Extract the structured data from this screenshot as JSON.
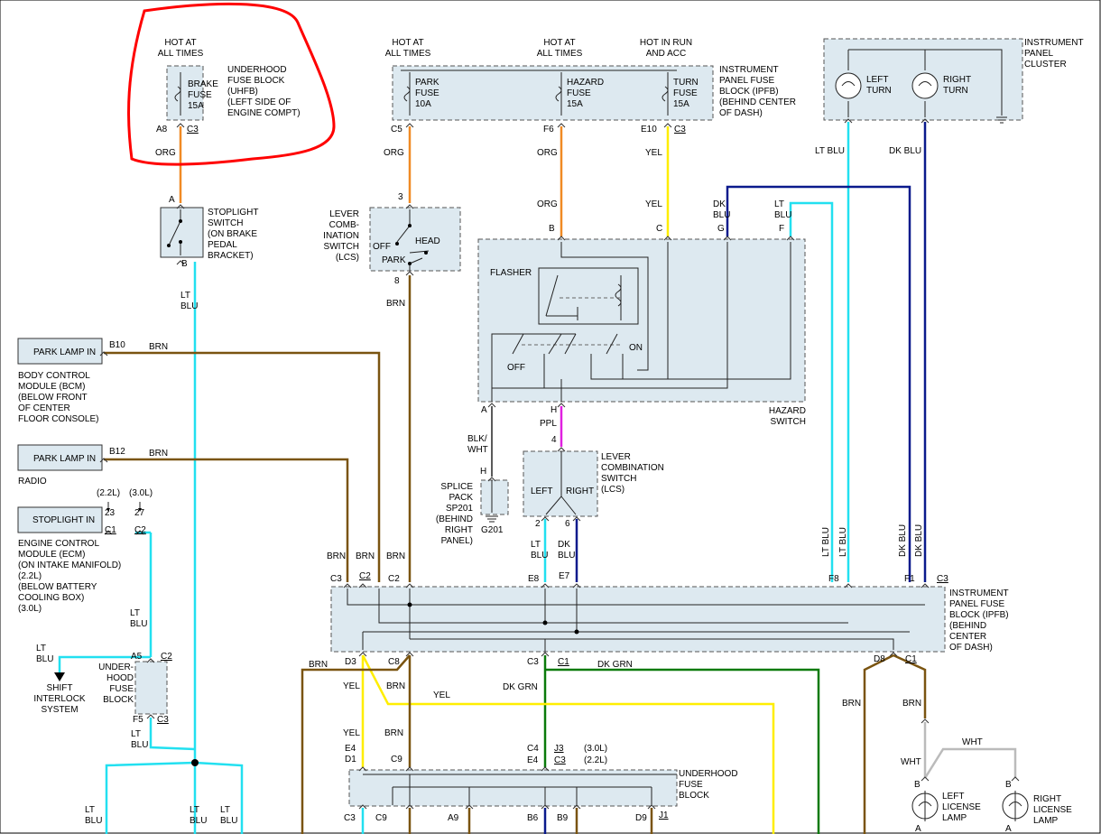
{
  "power": {
    "brake": "HOT AT\nALL TIMES",
    "park": "HOT AT\nALL TIMES",
    "hazard": "HOT AT\nALL TIMES",
    "turn": "HOT IN RUN\nAND ACC"
  },
  "uhfb": {
    "label": "UNDERHOOD\nFUSE BLOCK\n(UHFB)\n(LEFT SIDE OF\nENGINE COMPT)",
    "fuse": "BRAKE\nFUSE\n15A",
    "pin_a8": "A8",
    "conn_c3": "C3",
    "wire": "ORG"
  },
  "ipfb_top": {
    "label": "INSTRUMENT\nPANEL FUSE\nBLOCK (IPFB)\n(BEHIND CENTER\nOF DASH)",
    "park_fuse": "PARK\nFUSE\n10A",
    "hazard_fuse": "HAZARD\nFUSE\n15A",
    "turn_fuse": "TURN\nFUSE\n15A",
    "pin_c5": "C5",
    "pin_f6": "F6",
    "pin_e10": "E10",
    "conn_c3": "C3",
    "wire_org1": "ORG",
    "wire_org2": "ORG",
    "wire_yel": "YEL"
  },
  "cluster": {
    "label": "INSTRUMENT\nPANEL\nCLUSTER",
    "left": "LEFT\nTURN",
    "right": "RIGHT\nTURN",
    "wire_lt": "LT BLU",
    "wire_dk": "DK BLU"
  },
  "stoplight": {
    "label": "STOPLIGHT\nSWITCH\n(ON BRAKE\nPEDAL\nBRACKET)",
    "pin_a": "A",
    "pin_b": "B",
    "wire": "LT\nBLU"
  },
  "lcs_top": {
    "label": "LEVER\nCOMB-\nINATION\nSWITCH\n(LCS)",
    "off": "OFF",
    "head": "HEAD",
    "park": "PARK",
    "pin_3": "3",
    "pin_8": "8",
    "wire": "BRN"
  },
  "hazard": {
    "flasher": "FLASHER",
    "on": "ON",
    "off": "OFF",
    "label": "HAZARD\nSWITCH",
    "wire_org": "ORG",
    "wire_yel": "YEL",
    "wire_dkblu": "DK\nBLU",
    "wire_ltblu": "LT\nBLU",
    "pin_b": "B",
    "pin_c": "C",
    "pin_g": "G",
    "pin_f": "F",
    "pin_a": "A",
    "pin_h": "H",
    "wire_blkwht": "BLK/\nWHT",
    "wire_ppl": "PPL"
  },
  "splice": {
    "label": "SPLICE\nPACK\nSP201\n(BEHIND\nRIGHT\nPANEL)",
    "pin_h": "H",
    "ground": "G201"
  },
  "lcs_bottom": {
    "label": "LEVER\nCOMBINATION\nSWITCH\n(LCS)",
    "left": "LEFT",
    "right": "RIGHT",
    "pin_4": "4",
    "pin_2": "2",
    "pin_6": "6",
    "wire_lt": "LT\nBLU",
    "wire_dk": "DK\nBLU"
  },
  "bcm": {
    "input": "PARK LAMP IN",
    "pin": "B10",
    "wire": "BRN",
    "label": "BODY CONTROL\nMODULE (BCM)\n(BELOW FRONT\nOF CENTER\nFLOOR CONSOLE)"
  },
  "radio": {
    "input": "PARK LAMP IN",
    "pin": "B12",
    "wire": "BRN",
    "label": "RADIO"
  },
  "ecm": {
    "input": "STOPLIGHT IN",
    "v22": "(2.2L)",
    "v30": "(3.0L)",
    "pin23": "23",
    "pin27": "27",
    "c1": "C1",
    "c2": "C2",
    "label": "ENGINE CONTROL\nMODULE (ECM)\n(ON INTAKE MANIFOLD)\n(2.2L)\n(BELOW BATTERY\nCOOLING BOX)\n(3.0L)",
    "wire": "LT\nBLU"
  },
  "uhfb_small": {
    "label": "UNDER-\nHOOD\nFUSE\nBLOCK",
    "a5": "A5",
    "c2": "C2",
    "f5": "F5",
    "c3": "C3",
    "wire_out": "LT\nBLU",
    "wire_in": "LT\nBLU",
    "shift": "SHIFT\nINTERLOCK\nSYSTEM"
  },
  "ipfb_mid": {
    "label": "INSTRUMENT\nPANEL FUSE\nBLOCK (IPFB)\n(BEHIND\nCENTER\nOF DASH)",
    "top_pins": [
      "C3",
      "C2",
      "C2",
      "E8",
      "E7",
      "F8",
      "F1",
      "C3"
    ],
    "top_wires": [
      "BRN",
      "BRN",
      "BRN",
      "LT BLU",
      "LT BLU",
      "DK BLU",
      "DK BLU"
    ],
    "bot_pins": [
      "D3",
      "C8",
      "C3",
      "C1",
      "D8",
      "C1"
    ],
    "wire_dkgrn1": "DK GRN",
    "wire_dkgrn2": "DK GRN",
    "wire_yel1": "YEL",
    "wire_yel2": "YEL",
    "wire_brn1": "BRN",
    "wire_brn2": "BRN",
    "wire_brn3": "BRN",
    "wire_brn4": "BRN"
  },
  "uhfb_bottom": {
    "label": "UNDERHOOD\nFUSE\nBLOCK",
    "e4": "E4",
    "d1": "D1",
    "c9": "C9",
    "c4": "C4",
    "e4b": "E4",
    "j3": "J3",
    "c3": "C3",
    "v30": "(3.0L)",
    "v22": "(2.2L)",
    "bottom_pins": [
      "C3",
      "C9",
      "A9",
      "B6",
      "B9",
      "D9",
      "J1"
    ],
    "wire_yel": "YEL",
    "wire_brn": "BRN"
  },
  "license": {
    "left": "LEFT\nLICENSE\nLAMP",
    "right": "RIGHT\nLICENSE\nLAMP",
    "wire_wht1": "WHT",
    "wire_wht2": "WHT",
    "pin_b1": "B",
    "pin_b2": "B",
    "pin_a1": "A",
    "pin_a2": "A"
  },
  "bottom_wires": [
    "LT\nBLU",
    "LT\nBLU",
    "LT\nBLU"
  ],
  "colors": {
    "org": "#f08a24",
    "ltblu": "#22e0f0",
    "dkblu": "#0a1a8c",
    "brn": "#7a5410",
    "yel": "#ffee00",
    "ppl": "#e020e0",
    "dkgrn": "#0a7a0a",
    "wht": "#bbbbbb",
    "highlight": "#ff0000"
  }
}
